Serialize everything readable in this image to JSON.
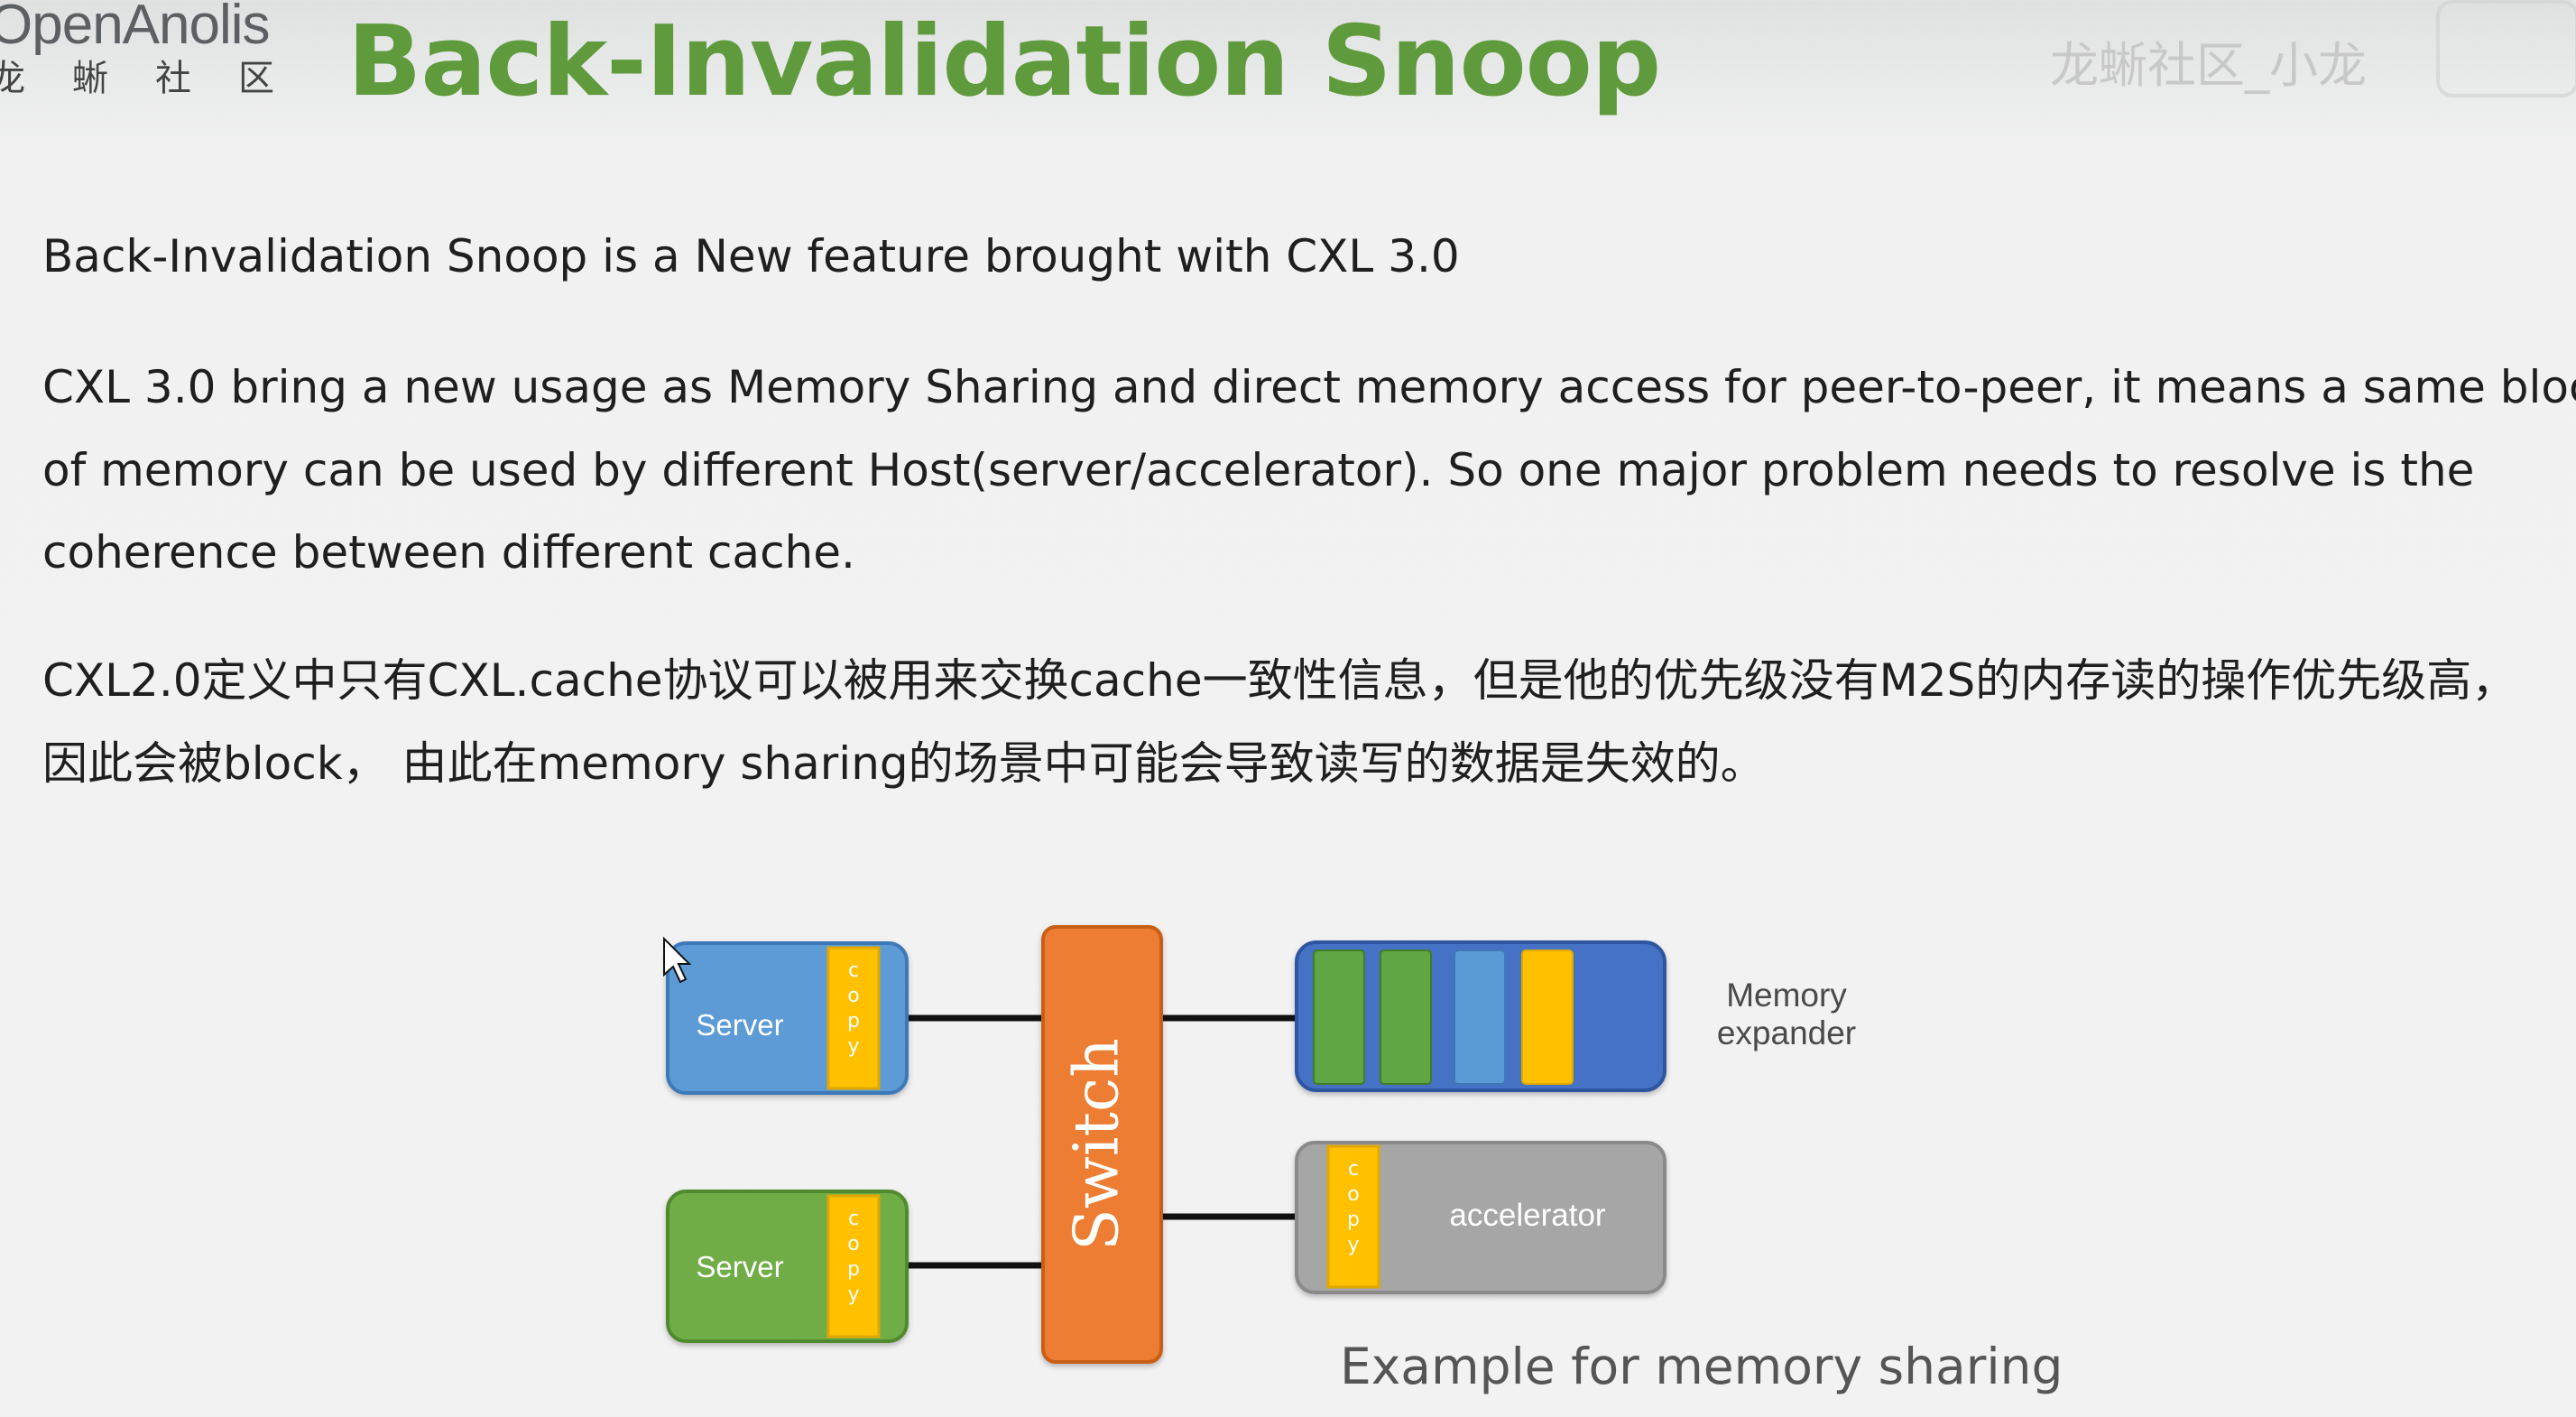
{
  "header": {
    "logo_name": "OpenAnolis",
    "logo_cn": "龙蜥社区",
    "title": "Back-Invalidation Snoop",
    "watermark": "龙蜥社区_小龙"
  },
  "body": {
    "p1": "Back-Invalidation Snoop is a New feature brought with CXL 3.0",
    "p2_line1": "CXL 3.0 bring a new usage as Memory Sharing and direct memory access for peer-to-peer, it means a same block",
    "p2_line2": "of memory can  be used by different Host(server/accelerator). So one major problem needs to resolve is the",
    "p2_line3": "coherence between different cache.",
    "p3_line1": "CXL2.0定义中只有CXL.cache协议可以被用来交换cache一致性信息，但是他的优先级没有M2S的内存读的操作优先级高，",
    "p3_line2": "因此会被block， 由此在memory sharing的场景中可能会导致读写的数据是失效的。"
  },
  "diagram": {
    "server_label": "Server",
    "copy_label": "copy",
    "switch_label": "Switch",
    "accelerator_label": "accelerator",
    "memory_label_line1": "Memory",
    "memory_label_line2": "expander",
    "caption": "Example for memory sharing"
  },
  "colors": {
    "title_green": "#5f9a3c",
    "server_blue": "#5b9bd5",
    "server_green": "#70ad47",
    "copy_yellow": "#ffc000",
    "switch_orange": "#ed7d31",
    "accelerator_gray": "#a6a6a6",
    "memory_blue": "#4472c4"
  }
}
